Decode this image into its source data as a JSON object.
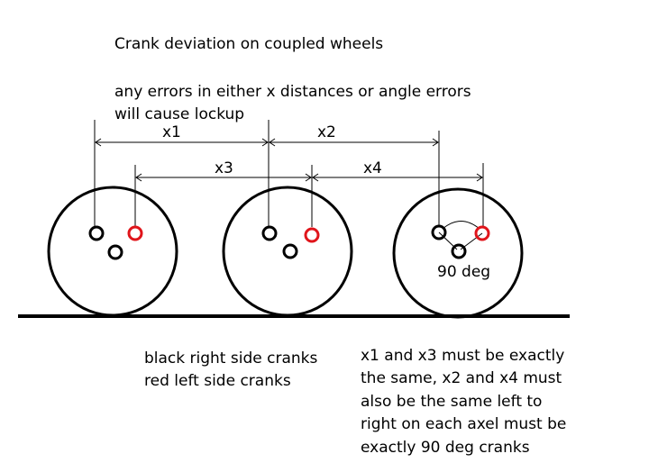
{
  "title": "Crank deviation on coupled wheels",
  "warning": {
    "line1": "any errors in either x distances or angle errors",
    "line2": "will cause lockup"
  },
  "dimensions": {
    "x1": "x1",
    "x2": "x2",
    "x3": "x3",
    "x4": "x4"
  },
  "angle_label": "90 deg",
  "legend": {
    "line1": "black right side cranks",
    "line2": "red left side cranks"
  },
  "requirements": {
    "line1": "x1 and x3 must be exactly",
    "line2": "the same, x2 and x4 must",
    "line3": "also be the same left to",
    "line4": "right on each axel must be",
    "line5": "exactly 90 deg cranks"
  },
  "colors": {
    "line": "#000000",
    "right_crank": "#000000",
    "left_crank": "#e0151b",
    "background": "#ffffff"
  },
  "wheel_count": 3
}
